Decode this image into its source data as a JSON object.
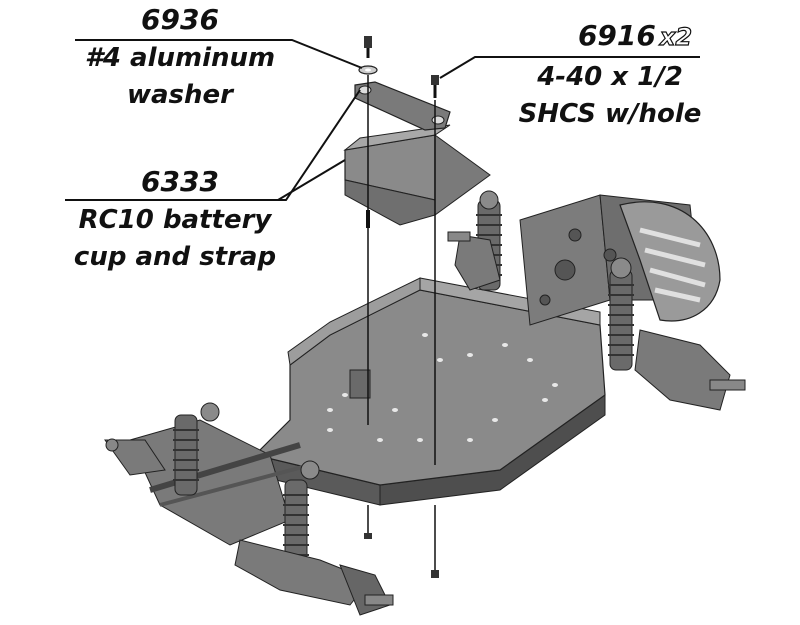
{
  "callouts": [
    {
      "part": "6936",
      "line1": "#4 aluminum",
      "line2": "washer"
    },
    {
      "part": "6916",
      "qty": "x2",
      "line1": "4-40 x 1/2",
      "line2": "SHCS w/hole"
    },
    {
      "part": "6333",
      "line1": "RC10 battery",
      "line2": "cup and strap"
    }
  ],
  "colors": {
    "chassis": "#8a8a8a",
    "chassis_dark": "#5a5a5a",
    "chassis_light": "#b5b5b5",
    "line": "#111111"
  }
}
